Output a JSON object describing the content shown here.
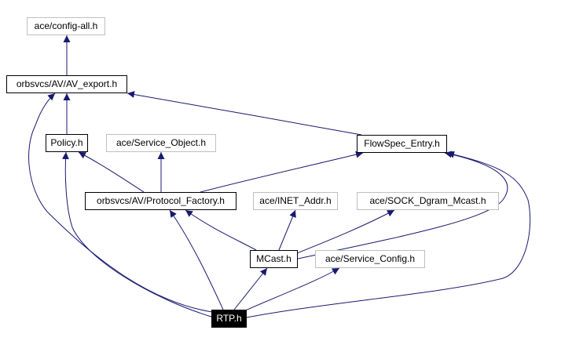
{
  "diagram": {
    "edge_color": "#191970",
    "nodes": {
      "config_all": {
        "label": "ace/config-all.h",
        "external": true
      },
      "av_export": {
        "label": "orbsvcs/AV/AV_export.h",
        "external": false
      },
      "policy": {
        "label": "Policy.h",
        "external": false
      },
      "service_object": {
        "label": "ace/Service_Object.h",
        "external": true
      },
      "flowspec_entry": {
        "label": "FlowSpec_Entry.h",
        "external": false
      },
      "protocol_factory": {
        "label": "orbsvcs/AV/Protocol_Factory.h",
        "external": false
      },
      "inet_addr": {
        "label": "ace/INET_Addr.h",
        "external": true
      },
      "sock_dgram_mcast": {
        "label": "ace/SOCK_Dgram_Mcast.h",
        "external": true
      },
      "mcast": {
        "label": "MCast.h",
        "external": false
      },
      "service_config": {
        "label": "ace/Service_Config.h",
        "external": true
      },
      "rtp": {
        "label": "RTP.h",
        "external": false,
        "focus": true
      }
    },
    "edges": [
      {
        "from": "av_export",
        "to": "config_all"
      },
      {
        "from": "policy",
        "to": "av_export"
      },
      {
        "from": "flowspec_entry",
        "to": "av_export"
      },
      {
        "from": "protocol_factory",
        "to": "service_object"
      },
      {
        "from": "protocol_factory",
        "to": "policy"
      },
      {
        "from": "protocol_factory",
        "to": "flowspec_entry"
      },
      {
        "from": "mcast",
        "to": "protocol_factory"
      },
      {
        "from": "mcast",
        "to": "inet_addr"
      },
      {
        "from": "mcast",
        "to": "sock_dgram_mcast"
      },
      {
        "from": "mcast",
        "to": "flowspec_entry"
      },
      {
        "from": "rtp",
        "to": "av_export"
      },
      {
        "from": "rtp",
        "to": "policy"
      },
      {
        "from": "rtp",
        "to": "protocol_factory"
      },
      {
        "from": "rtp",
        "to": "mcast"
      },
      {
        "from": "rtp",
        "to": "service_config"
      },
      {
        "from": "rtp",
        "to": "flowspec_entry"
      }
    ]
  }
}
